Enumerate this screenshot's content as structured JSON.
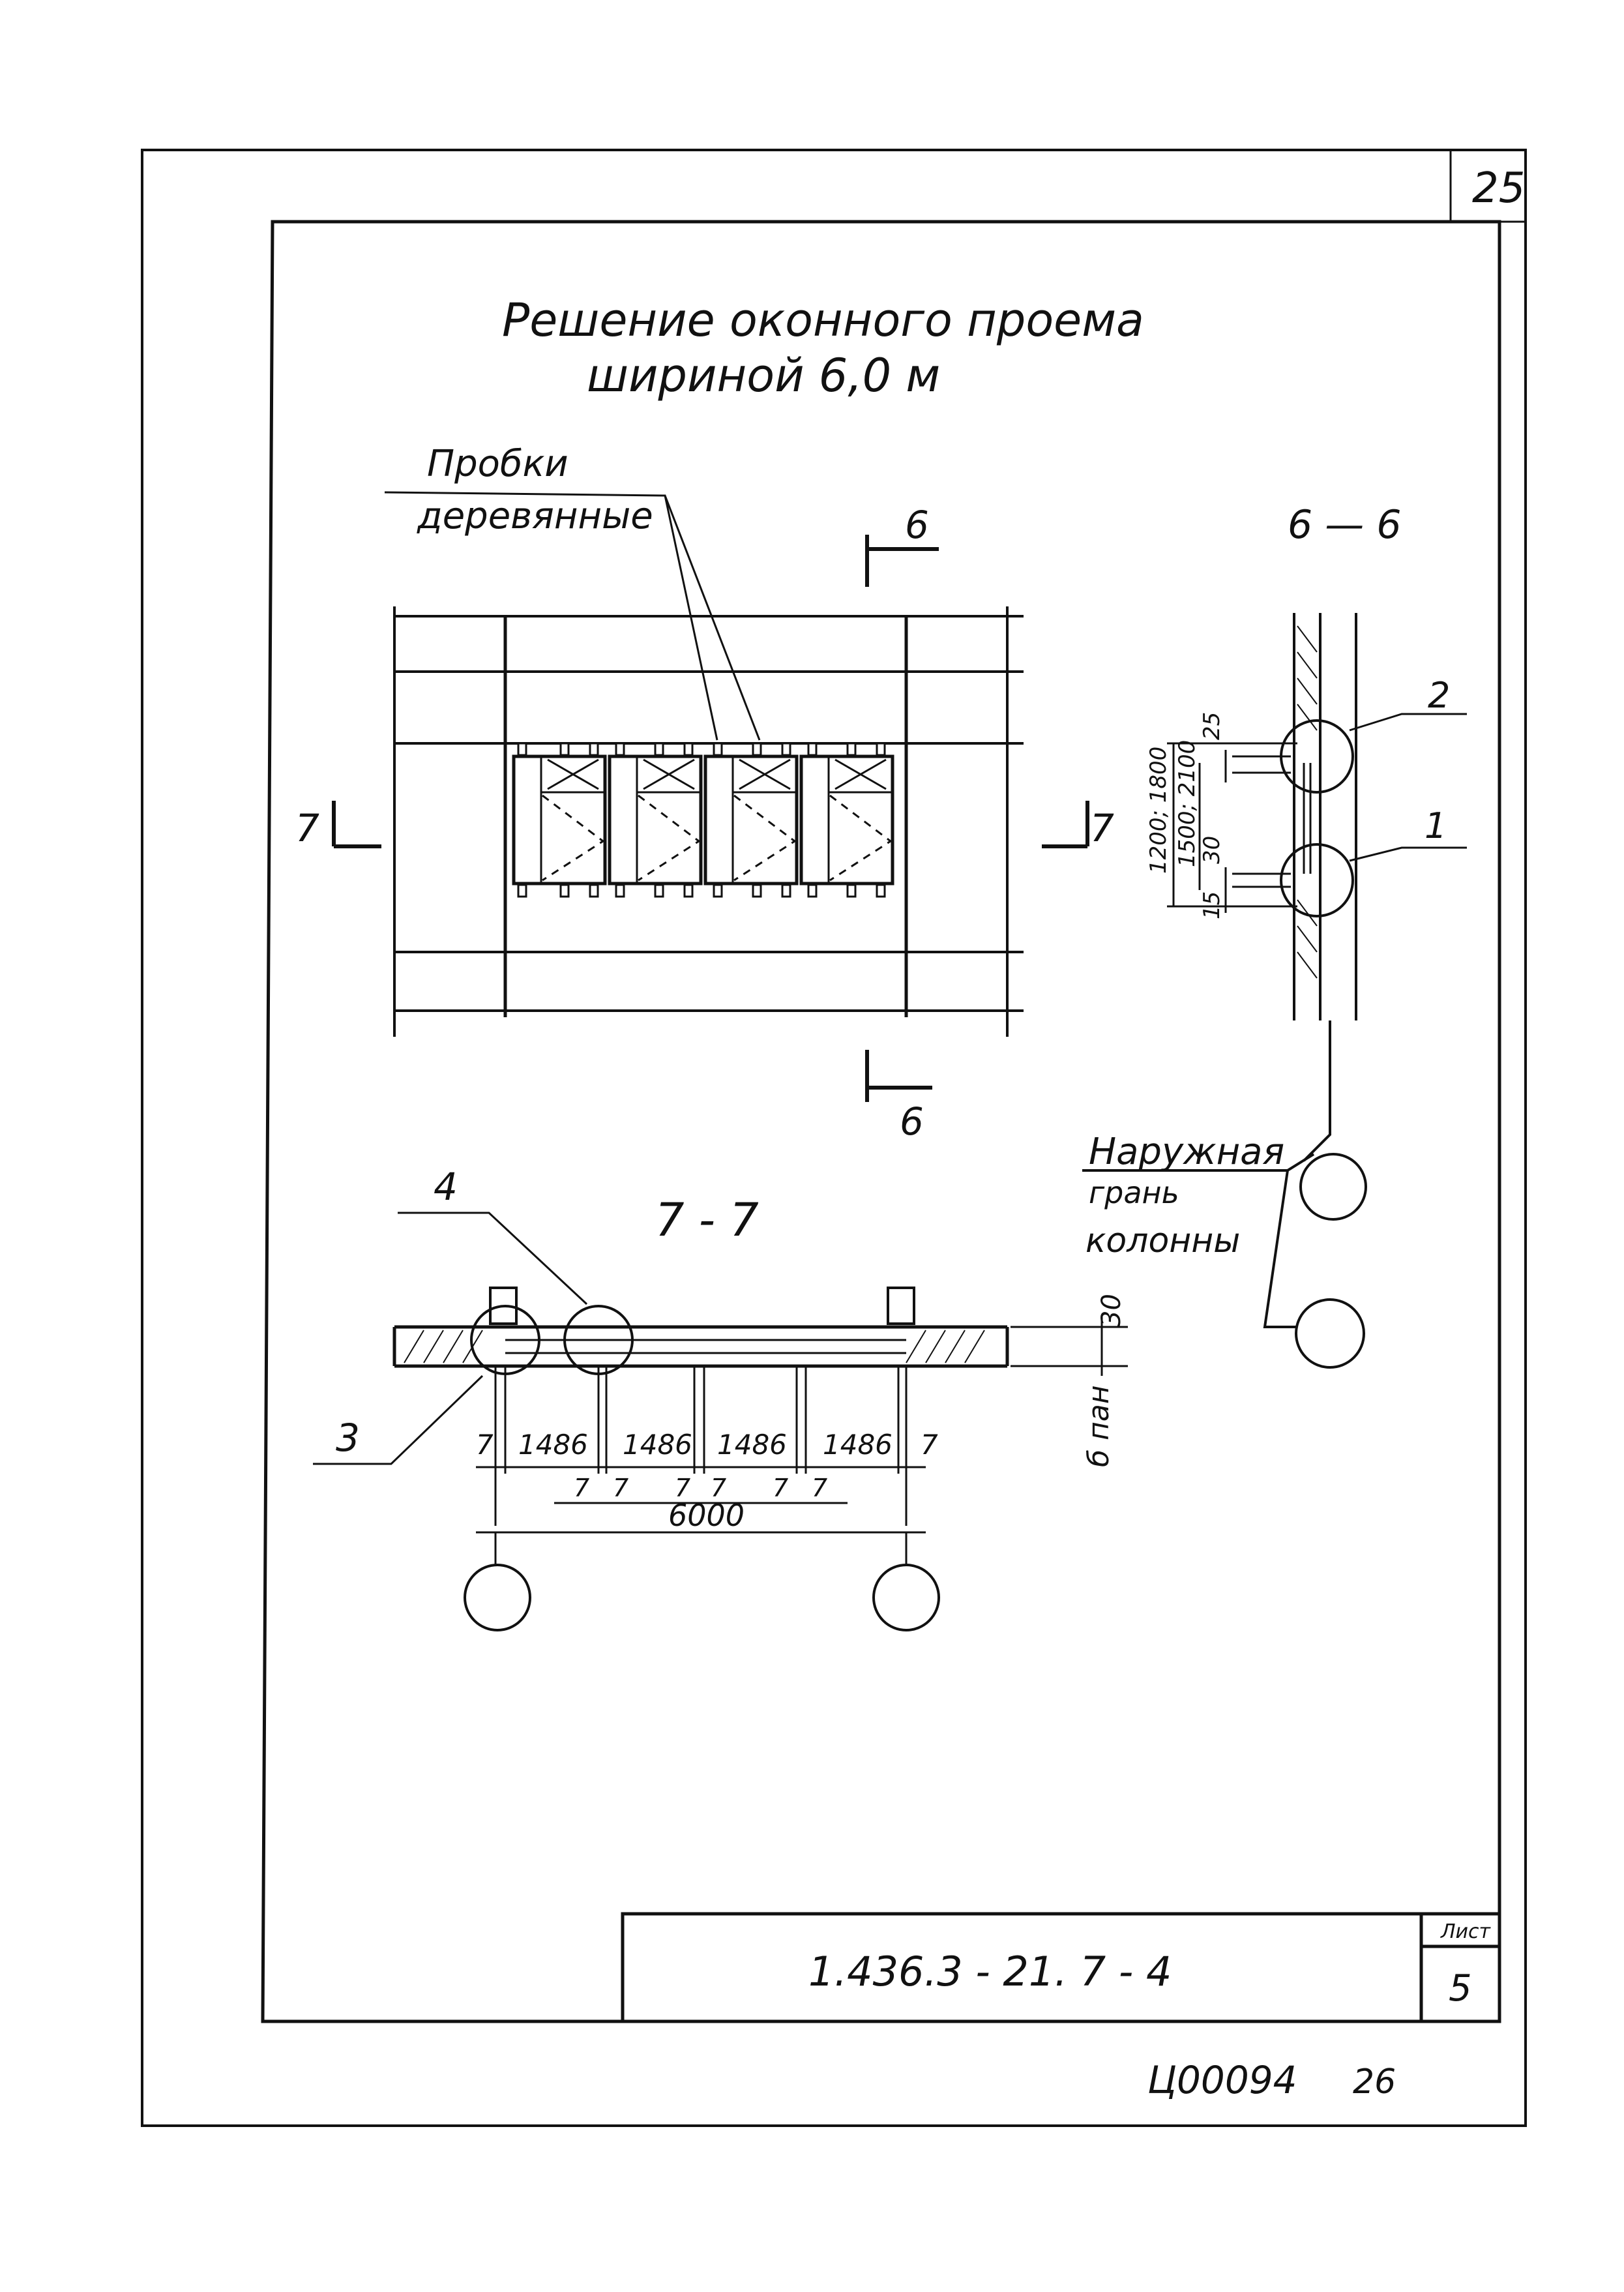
{
  "sheet": {
    "corner_page_number": "25",
    "title_line_1": "Решение оконного проема",
    "title_line_2": "шириной 6,0 м"
  },
  "plan_view": {
    "label_plugs_line1": "Пробки",
    "label_plugs_line2": "деревянные",
    "section_mark_top": "6",
    "section_mark_bottom": "6",
    "section_mark_left": "7",
    "section_mark_right": "7"
  },
  "section_6_6": {
    "title": "6 — 6",
    "callout_2": "2",
    "callout_1": "1",
    "dim_25": "25",
    "dim_30": "30",
    "dim_15": "15",
    "dim_heights_a": "1200; 1800",
    "dim_heights_b": "1500; 2100"
  },
  "column_note": {
    "line1": "Наружная",
    "line2": "грань",
    "line3": "колонны"
  },
  "section_7_7": {
    "title": "7 - 7",
    "callout_4": "4",
    "callout_3": "3",
    "dim_30": "30",
    "dim_plan": "б пан",
    "dim_7_left": "7",
    "dim_7_right": "7",
    "dim_1486_a": "1486",
    "dim_1486_b": "1486",
    "dim_1486_c": "1486",
    "dim_1486_d": "1486",
    "dim_gaps": [
      "7",
      "7",
      "7",
      "7",
      "7",
      "7"
    ],
    "dim_total": "6000"
  },
  "title_block": {
    "code": "1.436.3 - 21. 7 - 4",
    "sheet_label": "Лист",
    "sheet_number": "5"
  },
  "footer": {
    "stamp": "Ц00094",
    "number": "26"
  }
}
